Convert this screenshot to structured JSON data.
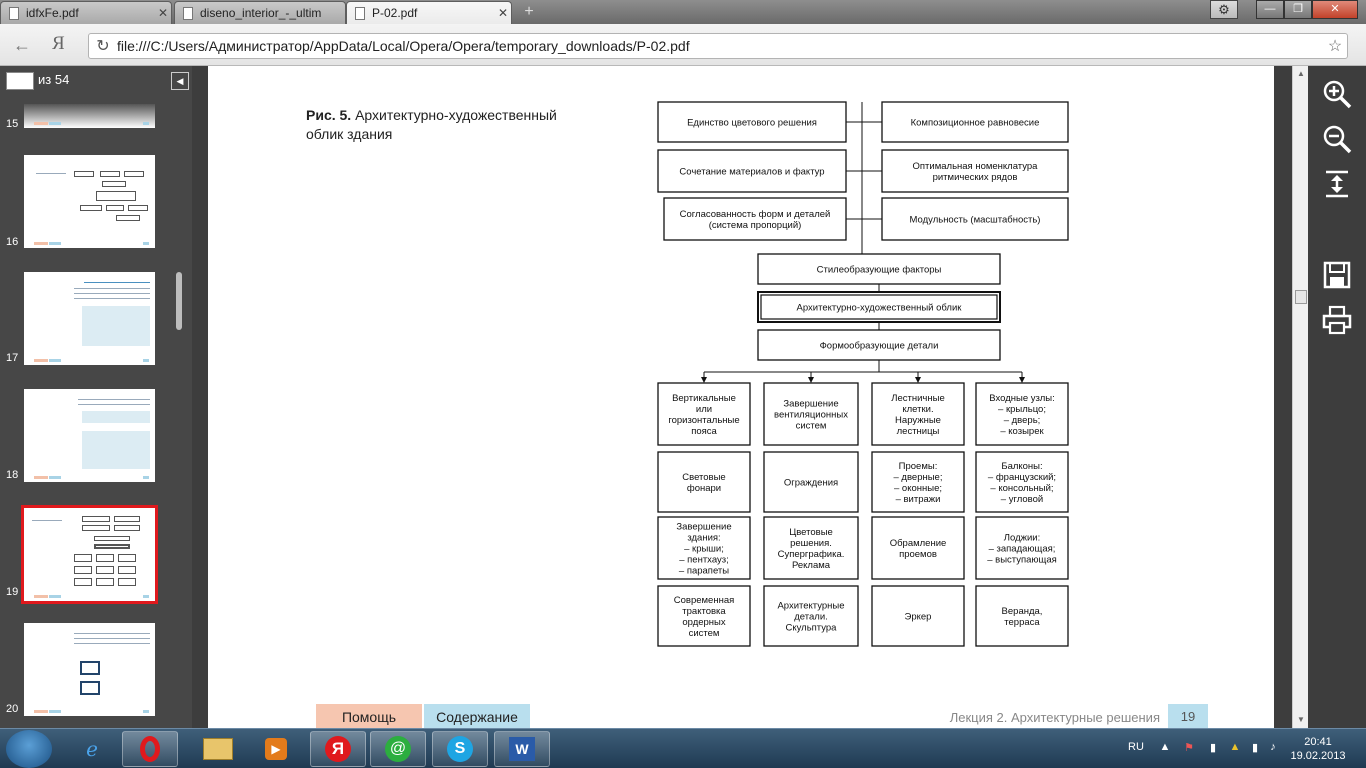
{
  "browser": {
    "tabs": [
      {
        "label": "idfxFe.pdf",
        "active": false
      },
      {
        "label": "diseno_interior_-_ultim",
        "active": false
      },
      {
        "label": "P-02.pdf",
        "active": true
      }
    ],
    "new_tab": "+",
    "back_icon": "arrow-left-icon",
    "yandex_label": "Я",
    "address": "file:///C:/Users/Администратор/AppData/Local/Opera/Opera/temporary_downloads/P-02.pdf"
  },
  "sidebar": {
    "page_of": "из 54",
    "thumbnails": [
      {
        "page": "15",
        "selected": false
      },
      {
        "page": "16",
        "selected": false
      },
      {
        "page": "17",
        "selected": false
      },
      {
        "page": "18",
        "selected": false
      },
      {
        "page": "19",
        "selected": true
      },
      {
        "page": "20",
        "selected": false
      }
    ]
  },
  "page": {
    "caption_bold": "Рис. 5.",
    "caption_text": " Архитектурно-художественный облик здания",
    "diagram": {
      "top_left": [
        "Единство цветового решения",
        "Сочетание материалов и фактур",
        "Согласованность форм и деталей (система пропорций)"
      ],
      "top_right": [
        "Композиционное равновесие",
        "Оптимальная номенклатура ритмических рядов",
        "Модульность (масштабность)"
      ],
      "style_factors": "Стилеобразующие факторы",
      "center": "Архитектурно-художественный облик",
      "form_details": "Формообразующие детали",
      "columns": [
        [
          "Вертикальные или горизонтальные пояса",
          "Световые фонари",
          "Завершение здания: – крыши; – пентхауз; – парапеты",
          "Современная трактовка ордерных систем"
        ],
        [
          "Завершение вентиляционных систем",
          "Ограждения",
          "Цветовые решения. Суперграфика. Реклама",
          "Архитектурные детали. Скульптура"
        ],
        [
          "Лестничные клетки. Наружные лестницы",
          "Проемы: – дверные; – оконные; – витражи",
          "Обрамление проемов",
          "Эркер"
        ],
        [
          "Входные узлы: – крыльцо; – дверь; – козырек",
          "Балконы: – французский; – консольный; – угловой",
          "Лоджии: – западающая; – выступающая",
          "Веранда, терраса"
        ]
      ]
    },
    "footer": {
      "help": "Помощь",
      "toc": "Содержание",
      "lecture": "Лекция 2. Архитектурные решения",
      "page_number": "19"
    }
  },
  "taskbar": {
    "apps": [
      "ie-icon",
      "opera-icon",
      "explorer-icon",
      "media-player-icon",
      "yandex-icon",
      "icq-icon",
      "skype-icon",
      "word-icon"
    ],
    "language": "RU",
    "time": "20:41",
    "date": "19.02.2013"
  },
  "colors": {
    "selection": "#e0191d",
    "help_tab": "#f6c6b0",
    "toc_tab": "#b9dfee"
  }
}
